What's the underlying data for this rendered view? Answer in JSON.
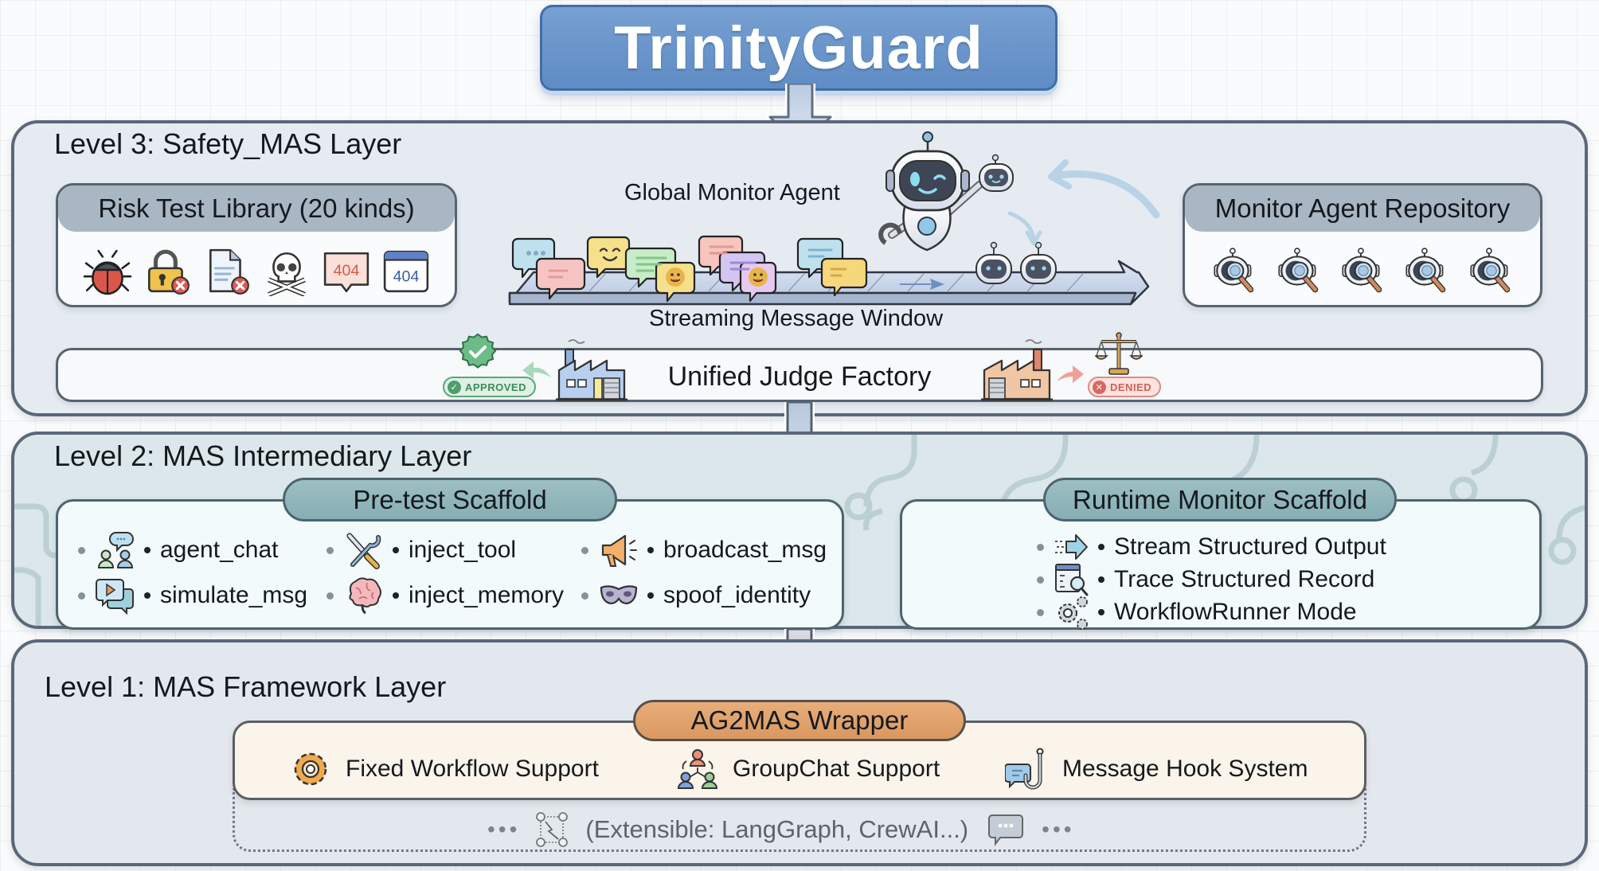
{
  "title": "TrinityGuard",
  "colors": {
    "title_blue": "#6792c8",
    "level3_bg": "#e6ebf2",
    "level2_bg": "#dbe7ea",
    "level1_bg": "#e3e7ee",
    "teal_pill": "#8fb4b8",
    "orange_pill": "#e0a36d",
    "approved_green": "#4e9e6c",
    "denied_red": "#d9675e"
  },
  "level3": {
    "title": "Level 3: Safety_MAS Layer",
    "risk_library": {
      "title": "Risk Test Library (20 kinds)",
      "icons": [
        "bug-icon",
        "locked-padlock-error-icon",
        "document-error-icon",
        "skull-crossbones-icon",
        "404-message-icon",
        "404-browser-icon"
      ]
    },
    "global_monitor_label": "Global Monitor Agent",
    "stream_label": "Streaming Message Window",
    "monitor_repo": {
      "title": "Monitor Agent Repository",
      "agent_count": 5
    },
    "judge": {
      "label": "Unified Judge Factory",
      "approved_label": "APPROVED",
      "denied_label": "DENIED"
    }
  },
  "level2": {
    "title": "Level 2: MAS Intermediary Layer",
    "pretest": {
      "title": "Pre-test Scaffold",
      "items": [
        {
          "label": "agent_chat",
          "icon": "agent-chat-icon"
        },
        {
          "label": "inject_tool",
          "icon": "tools-icon"
        },
        {
          "label": "broadcast_msg",
          "icon": "megaphone-icon"
        },
        {
          "label": "simulate_msg",
          "icon": "simulate-message-icon"
        },
        {
          "label": "inject_memory",
          "icon": "brain-icon"
        },
        {
          "label": "spoof_identity",
          "icon": "mask-icon"
        }
      ]
    },
    "runtime": {
      "title": "Runtime Monitor Scaffold",
      "items": [
        {
          "label": "Stream Structured Output",
          "icon": "stream-arrow-icon"
        },
        {
          "label": "Trace Structured Record",
          "icon": "trace-record-icon"
        },
        {
          "label": "WorkflowRunner Mode",
          "icon": "gears-icon"
        }
      ]
    }
  },
  "level1": {
    "title": "Level 1: MAS Framework Layer",
    "wrapper": {
      "title": "AG2MAS Wrapper",
      "items": [
        {
          "label": "Fixed Workflow Support",
          "icon": "gear-icon"
        },
        {
          "label": "GroupChat Support",
          "icon": "group-chat-icon"
        },
        {
          "label": "Message Hook System",
          "icon": "message-hook-icon"
        }
      ]
    },
    "extensible": "(Extensible: LangGraph, CrewAI...)",
    "ellipsis": "•••"
  }
}
